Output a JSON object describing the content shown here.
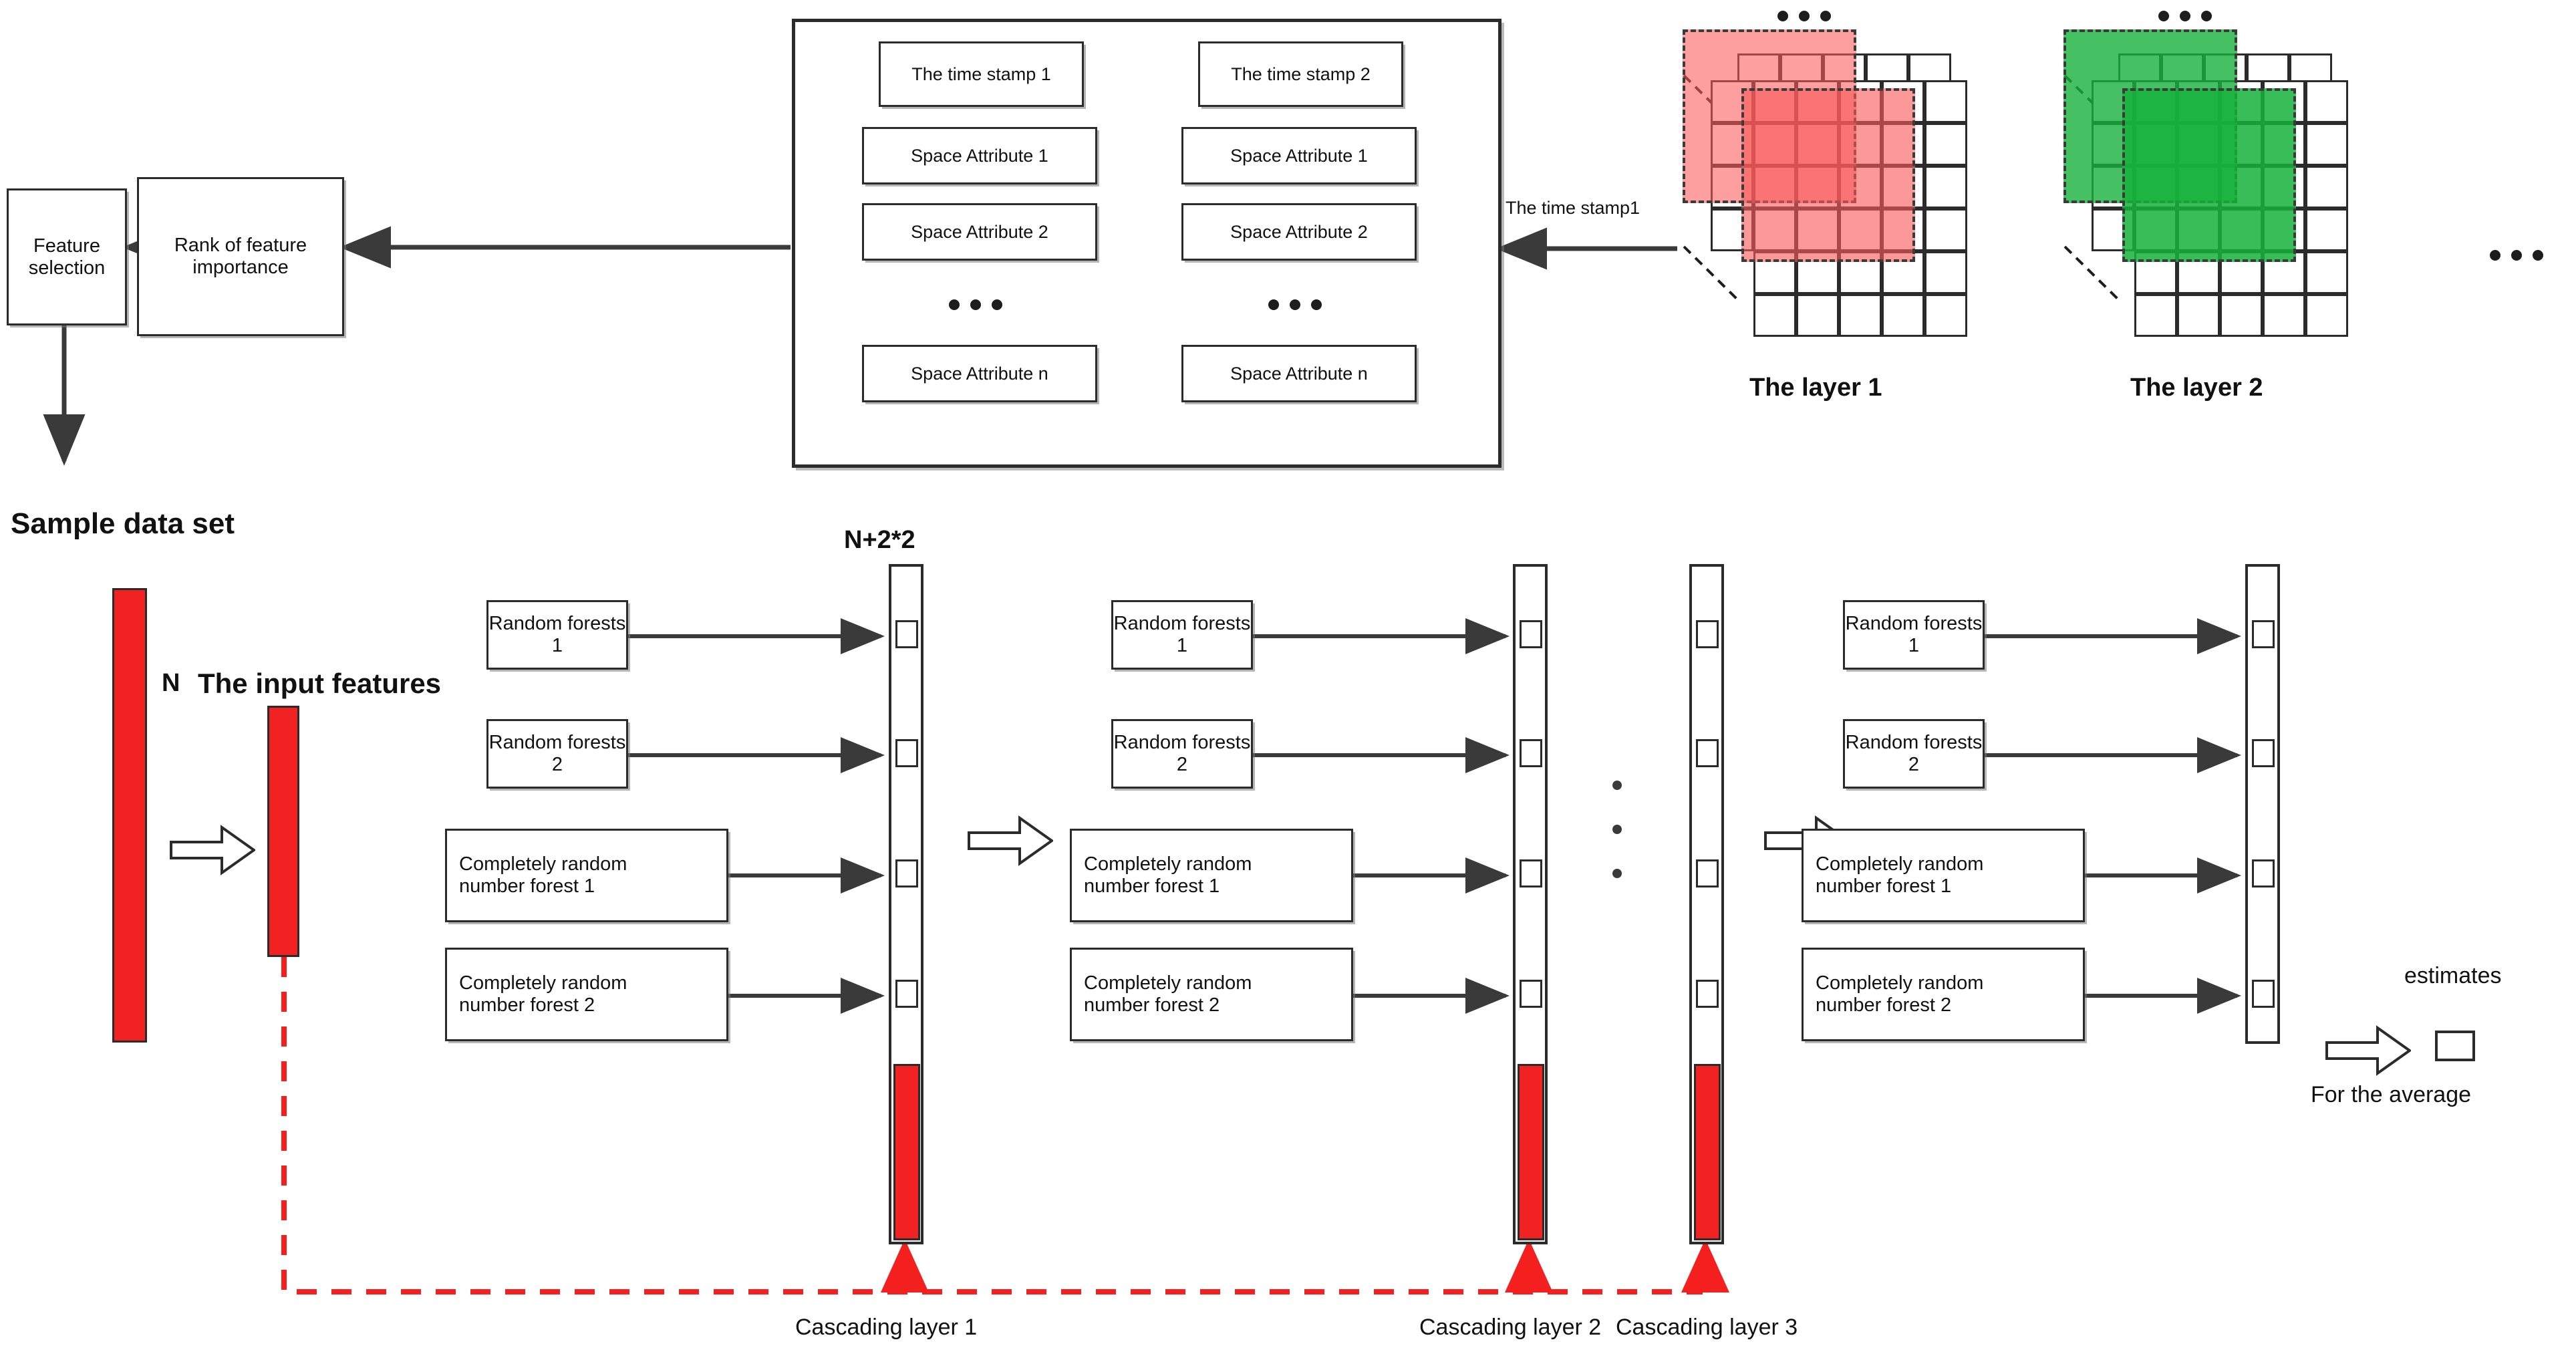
{
  "diagram": {
    "title_elements": {
      "feature_selection": "Feature selection",
      "rank_importance": "Rank of feature importance",
      "sample_data_set": "Sample data set",
      "n_label": "N",
      "input_features": "The input features",
      "n_plus_label": "N+2*2",
      "estimates": "estimates",
      "for_the_average": "For the average",
      "time_stamp_pointer": "The time stamp1",
      "ellipsis": "•••"
    },
    "attribute_table": {
      "columns": [
        {
          "header": "The time stamp 1",
          "rows": [
            "Space Attribute 1",
            "Space Attribute 2",
            "•••",
            "Space Attribute n"
          ]
        },
        {
          "header": "The time stamp 2",
          "rows": [
            "Space Attribute 1",
            "Space Attribute 2",
            "•••",
            "Space Attribute n"
          ]
        }
      ]
    },
    "layers": [
      {
        "label": "The layer 1",
        "color": "#f9827f",
        "ellipsis": "•••"
      },
      {
        "label": "The layer 2",
        "color": "#16b23c",
        "ellipsis": "•••"
      }
    ],
    "layers_trailing_ellipsis": "•••",
    "cascading_groups": [
      {
        "forests": [
          "Random forests 1",
          "Random forests 2",
          "Completely random\nnumber forest 1",
          "Completely random\nnumber forest 2"
        ],
        "layer_label": "Cascading layer 1",
        "has_red_bar": true
      },
      {
        "forests": [
          "Random forests 1",
          "Random forests 2",
          "Completely random\nnumber forest 1",
          "Completely random\nnumber forest 2"
        ],
        "layer_label": "Cascading layer 2",
        "has_red_bar": true
      },
      {
        "forests": [
          "Random forests 1",
          "Random forests 2",
          "Completely random\nnumber forest 1",
          "Completely random\nnumber forest 2"
        ],
        "layer_label": "Cascading layer 3",
        "has_red_bar": true
      }
    ],
    "final_column": {
      "has_red_bar": false
    },
    "colors": {
      "red": "#f22222",
      "layer1_fill": "#f9827f",
      "layer2_fill": "#16b23c",
      "stroke": "#2b2b2b",
      "dashed_red": "#f42020"
    }
  }
}
